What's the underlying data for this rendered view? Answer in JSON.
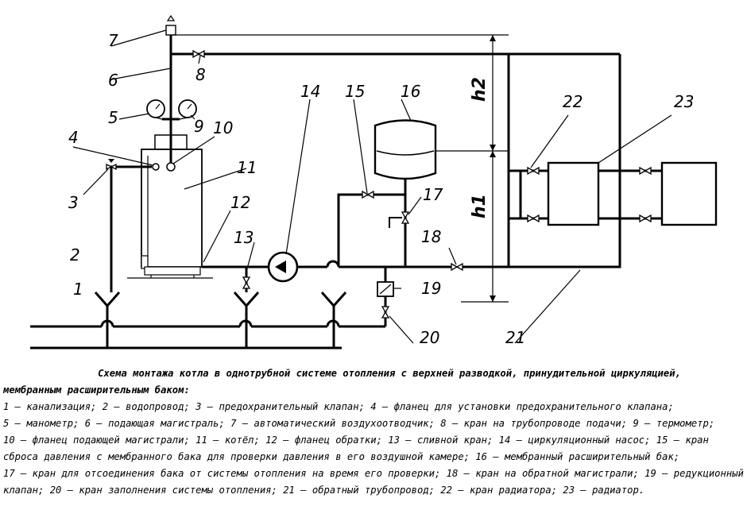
{
  "labels": {
    "n1": "1",
    "n2": "2",
    "n3": "3",
    "n4": "4",
    "n5": "5",
    "n6": "6",
    "n7": "7",
    "n8": "8",
    "n9": "9",
    "n10": "10",
    "n11": "11",
    "n12": "12",
    "n13": "13",
    "n14": "14",
    "n15": "15",
    "n16": "16",
    "n17": "17",
    "n18": "18",
    "n19": "19",
    "n20": "20",
    "n21": "21",
    "n22": "22",
    "n23": "23",
    "h1": "h1",
    "h2": "h2"
  },
  "caption": {
    "title_line1": "Схема монтажа котла в однотрубной системе отопления с верхней разводкой, принудительной циркуляцией,",
    "title_line2": "мембранным расширительным баком:",
    "legend_lines": [
      "1 – канализация; 2 – водопровод; 3 – предохранительный клапан; 4 – фланец для установки предохранительного клапана;",
      "5 – манометр; 6 – подающая магистраль; 7 – автоматический воздухоотводчик; 8 – кран на трубопроводе подачи; 9 – термометр;",
      "10 – фланец подающей магистрали; 11 – котёл; 12 – фланец обратки; 13 – сливной кран; 14 – циркуляционный насос; 15 – кран",
      "сброса давления с мембранного бака для проверки давления в его воздушной камере; 16 – мембранный расширительный бак;",
      "17 – кран для отсоединения бака от системы отопления на время его проверки; 18 – кран на обратной магистрали; 19 – редукционный",
      "клапан; 20 – кран заполнения системы отопления; 21 – обратный трубопровод; 22 – кран радиатора; 23 – радиатор."
    ]
  }
}
